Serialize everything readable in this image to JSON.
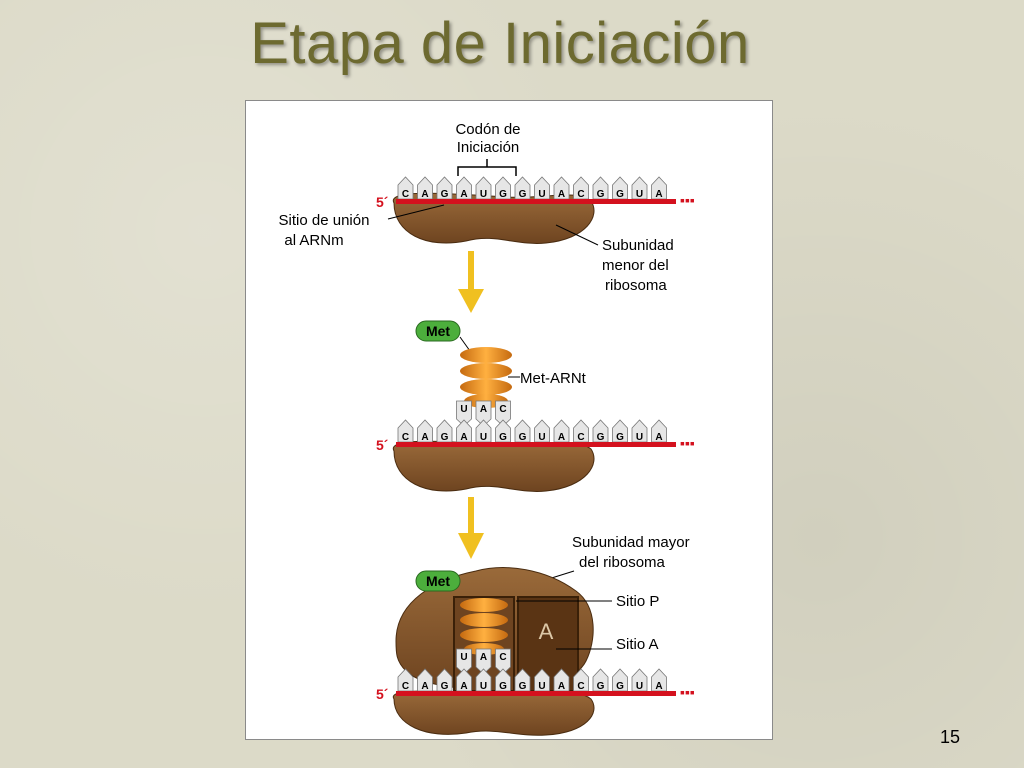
{
  "slide": {
    "title": "Etapa de Iniciación",
    "page_number": "15"
  },
  "diagram": {
    "stage1": {
      "codon_label_line1": "Codón de",
      "codon_label_line2": "Iniciación",
      "mrna_bases": [
        "C",
        "A",
        "G",
        "A",
        "U",
        "G",
        "G",
        "U",
        "A",
        "C",
        "G",
        "G",
        "U",
        "A"
      ],
      "five_prime": "5´",
      "binding_site_line1": "Sitio de unión",
      "binding_site_line2": "al ARNm",
      "small_subunit_line1": "Subunidad",
      "small_subunit_line2": "menor del",
      "small_subunit_line3": "ribosoma"
    },
    "stage2": {
      "met_label": "Met",
      "trna_label": "Met-ARNt",
      "anticodon": [
        "U",
        "A",
        "C"
      ],
      "mrna_bases": [
        "C",
        "A",
        "G",
        "A",
        "U",
        "G",
        "G",
        "U",
        "A",
        "C",
        "G",
        "G",
        "U",
        "A"
      ],
      "five_prime": "5´"
    },
    "stage3": {
      "met_label": "Met",
      "large_subunit_line1": "Subunidad mayor",
      "large_subunit_line2": "del ribosoma",
      "site_p_label": "Sitio  P",
      "site_a_label": "Sitio A",
      "site_a_letter": "A",
      "anticodon": [
        "U",
        "A",
        "C"
      ],
      "mrna_bases": [
        "C",
        "A",
        "G",
        "A",
        "U",
        "G",
        "G",
        "U",
        "A",
        "C",
        "G",
        "G",
        "U",
        "A"
      ],
      "five_prime": "5´"
    },
    "colors": {
      "mrna": "#d4111e",
      "ribosome": "#8a5a2c",
      "ribosome_dark": "#5a3414",
      "trna": "#f0961e",
      "met_box": "#4cae3c",
      "arrow": "#f0c020"
    }
  }
}
